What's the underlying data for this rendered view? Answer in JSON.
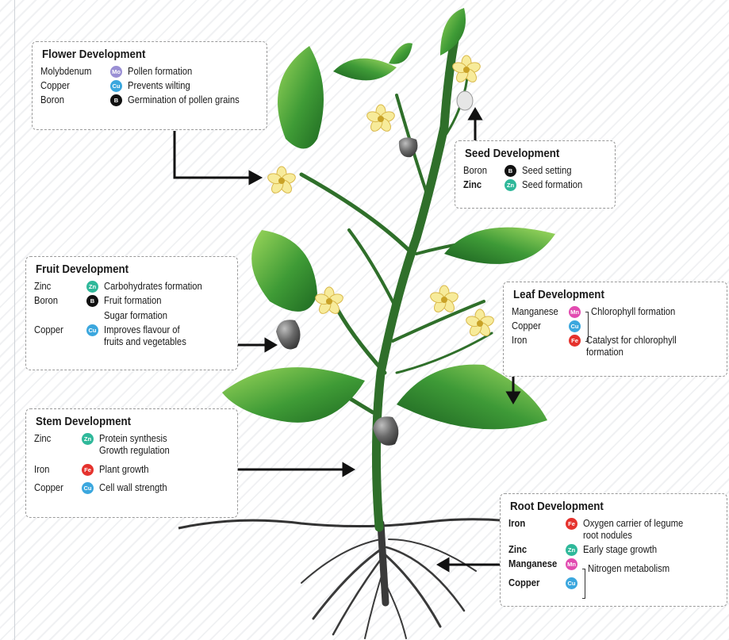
{
  "boxes": {
    "flower": {
      "title": "Flower Development",
      "rows": [
        {
          "element": "Molybdenum",
          "symbol": "Mo",
          "function": "Pollen formation"
        },
        {
          "element": "Copper",
          "symbol": "Cu",
          "function": "Prevents wilting"
        },
        {
          "element": "Boron",
          "symbol": "B",
          "function": "Germination of pollen grains"
        }
      ]
    },
    "seed": {
      "title": "Seed Development",
      "rows": [
        {
          "element": "Boron",
          "symbol": "B",
          "function": "Seed setting"
        },
        {
          "element": "Zinc",
          "symbol": "Zn",
          "function": "Seed formation"
        }
      ]
    },
    "fruit": {
      "title": "Fruit Development",
      "rows": [
        {
          "element": "Zinc",
          "symbol": "Zn",
          "function": "Carbohydrates formation"
        },
        {
          "element": "Boron",
          "symbol": "B",
          "function": "Fruit formation",
          "function2": "Sugar formation"
        },
        {
          "element": "Copper",
          "symbol": "Cu",
          "function": "Improves flavour of",
          "function2": "fruits and vegetables"
        }
      ]
    },
    "leaf": {
      "title": "Leaf Development",
      "rows": [
        {
          "element": "Manganese",
          "symbol": "Mn",
          "function": "Chlorophyll formation"
        },
        {
          "element": "Copper",
          "symbol": "Cu",
          "function": ""
        },
        {
          "element": "Iron",
          "symbol": "Fe",
          "function": "Catalyst for chlorophyll",
          "function2": "formation"
        }
      ]
    },
    "stem": {
      "title": "Stem Development",
      "rows": [
        {
          "element": "Zinc",
          "symbol": "Zn",
          "function": "Protein synthesis",
          "function2": "Growth regulation"
        },
        {
          "element": "Iron",
          "symbol": "Fe",
          "function": "Plant growth"
        },
        {
          "element": "Copper",
          "symbol": "Cu",
          "function": "Cell wall strength"
        }
      ]
    },
    "root": {
      "title": "Root Development",
      "rows": [
        {
          "element": "Iron",
          "symbol": "Fe",
          "function": "Oxygen carrier of legume",
          "function2": "root nodules"
        },
        {
          "element": "Zinc",
          "symbol": "Zn",
          "function": "Early stage growth"
        },
        {
          "element": "Manganese",
          "symbol": "Mn",
          "function": "Nitrogen metabolism"
        },
        {
          "element": "Copper",
          "symbol": "Cu",
          "function": ""
        }
      ]
    }
  },
  "colors": {
    "Mo": "#9a8fd4",
    "Cu": "#3ba7de",
    "B": "#111111",
    "Zn": "#2fb89a",
    "Fe": "#e5322d",
    "Mn": "#e24bb0",
    "leaf": "#3f9b36",
    "stem": "#2f6f2a",
    "flower": "#f5e27a",
    "fruit": "#5a5a5a"
  }
}
